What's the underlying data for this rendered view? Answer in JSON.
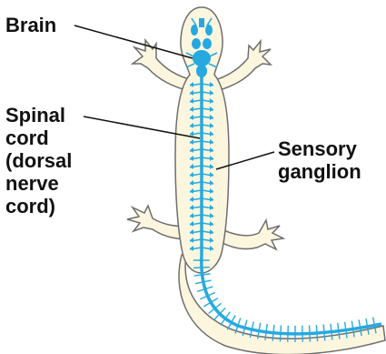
{
  "labels": {
    "brain": "Brain",
    "spinal": [
      "Spinal",
      "cord",
      "(dorsal",
      "nerve",
      "cord)"
    ],
    "sensory": [
      "Sensory",
      "ganglion"
    ]
  },
  "colors": {
    "body_fill": "#fdf6df",
    "outline": "#6e6e6e",
    "nerve": "#26a9e0",
    "leader": "#111111"
  }
}
